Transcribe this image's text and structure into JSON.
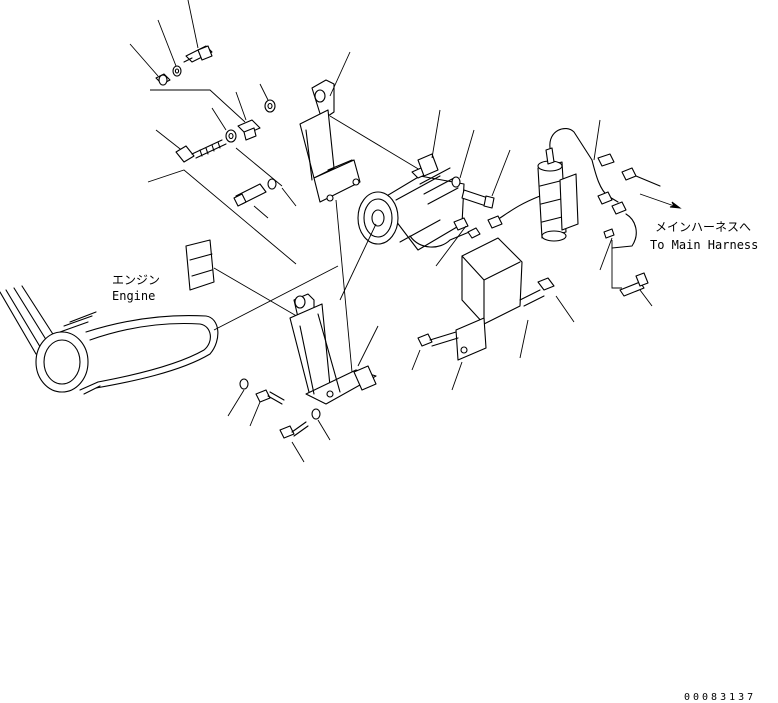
{
  "labels": {
    "engine_jp": "エンジン",
    "engine_en": "Engine",
    "harness_jp": "メインハーネスへ",
    "harness_en": "To Main Harness"
  },
  "drawing_number": "00083137"
}
